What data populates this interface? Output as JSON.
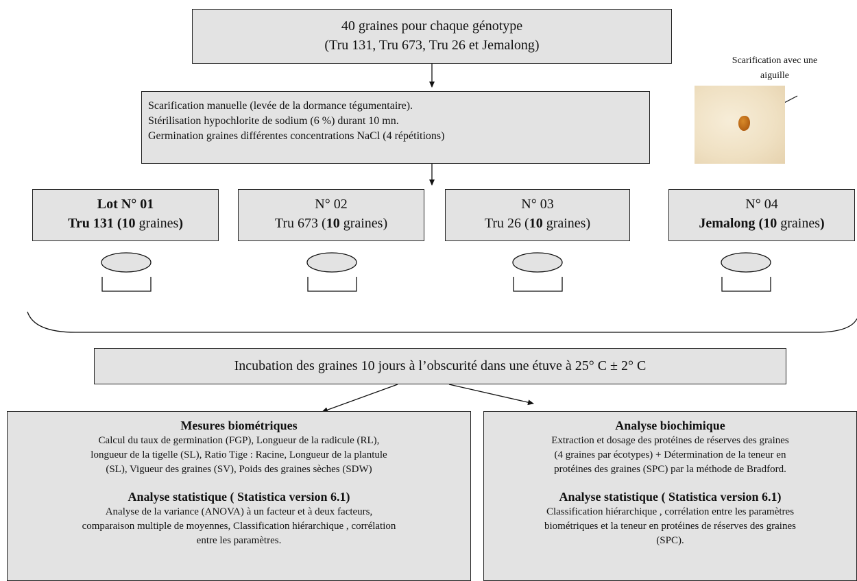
{
  "top_box": {
    "line1": "40 graines pour chaque génotype",
    "line2": "(Tru 131, Tru 673, Tru 26 et Jemalong)"
  },
  "treatment_box": {
    "line1": "Scarification manuelle (levée de la dormance tégumentaire).",
    "line2": "Stérilisation hypochlorite de sodium (6 %) durant 10 mn.",
    "line3": "Germination graines différentes concentrations NaCl (4 répétitions)"
  },
  "photo_caption": {
    "line1": "Scarification avec une",
    "line2": "aiguille"
  },
  "lots": [
    {
      "title": "Lot N° 01",
      "genotype": "Tru 131",
      "count": "10",
      "unit": " graines"
    },
    {
      "title": "N° 02",
      "genotype": "Tru 673",
      "count": "10",
      "unit": " graines"
    },
    {
      "title": "N° 03",
      "genotype": "Tru 26",
      "count": "10",
      "unit": " graines"
    },
    {
      "title": "N° 04",
      "genotype": "Jemalong",
      "count": "10",
      "unit": " graines"
    }
  ],
  "incubation_box": {
    "text": "Incubation des graines 10 jours à l’obscurité dans une étuve à 25° C ± 2° C"
  },
  "left_box": {
    "heading1": "Mesures biométriques",
    "p1_line1": "Calcul du taux de germination (FGP), Longueur de la radicule (RL),",
    "p1_line2": "longueur de la tigelle (SL), Ratio Tige : Racine, Longueur de la plantule",
    "p1_line3": "(SL), Vigueur des graines (SV), Poids des graines sèches (SDW)",
    "heading2": "Analyse statistique ( Statistica version 6.1)",
    "p2_line1": "Analyse de la variance (ANOVA) à un facteur et à deux facteurs,",
    "p2_line2": "comparaison multiple de moyennes, Classification hiérarchique , corrélation",
    "p2_line3": "entre les paramètres."
  },
  "right_box": {
    "heading1": "Analyse biochimique",
    "p1_line1": "Extraction et dosage des protéines de réserves des graines",
    "p1_line2": "(4 graines par écotypes) + Détermination de la teneur en",
    "p1_line3": "protéines des graines (SPC) par la méthode de Bradford.",
    "heading2": "Analyse statistique ( Statistica version 6.1)",
    "p2_line1": "Classification hiérarchique , corrélation entre les paramètres",
    "p2_line2": "biométriques et la teneur en protéines de réserves des graines",
    "p2_line3": "(SPC)."
  }
}
